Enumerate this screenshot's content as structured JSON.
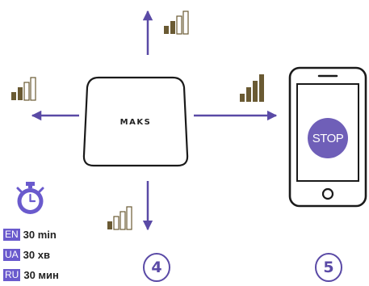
{
  "device": {
    "label": "MAKS"
  },
  "phone": {
    "button_label": "STOP"
  },
  "steps": {
    "step4": "4",
    "step5": "5"
  },
  "timer": {
    "icon": "stopwatch-icon",
    "durations": [
      {
        "lang": "EN",
        "value": "30 min"
      },
      {
        "lang": "UA",
        "value": "30 хв"
      },
      {
        "lang": "RU",
        "value": "30 мин"
      }
    ]
  },
  "colors": {
    "accent": "#5a4aa6",
    "lang_tag": "#6a5acd",
    "signal_bar": "#6a5a33",
    "stop_button": "#6f5fb8"
  }
}
